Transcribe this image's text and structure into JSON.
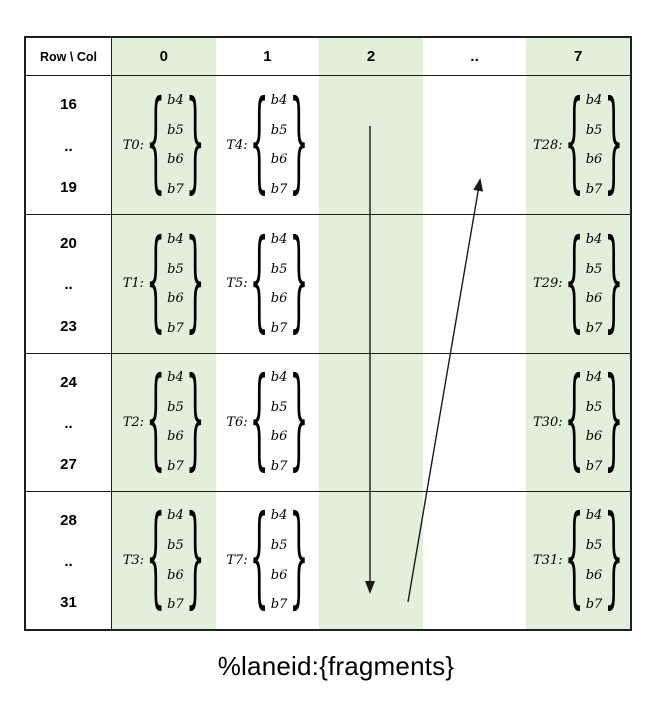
{
  "table": {
    "corner_label": "Row \\ Col",
    "columns": [
      {
        "label": "0",
        "shaded": true
      },
      {
        "label": "1",
        "shaded": false
      },
      {
        "label": "2",
        "shaded": true
      },
      {
        "label": "..",
        "shaded": false
      },
      {
        "label": "7",
        "shaded": true
      }
    ],
    "rows": [
      {
        "range": [
          "16",
          "..",
          "19"
        ],
        "cells": [
          {
            "thread": "T0:",
            "fragments": [
              "b4",
              "b5",
              "b6",
              "b7"
            ]
          },
          {
            "thread": "T4:",
            "fragments": [
              "b4",
              "b5",
              "b6",
              "b7"
            ]
          },
          null,
          null,
          {
            "thread": "T28:",
            "fragments": [
              "b4",
              "b5",
              "b6",
              "b7"
            ]
          }
        ]
      },
      {
        "range": [
          "20",
          "..",
          "23"
        ],
        "cells": [
          {
            "thread": "T1:",
            "fragments": [
              "b4",
              "b5",
              "b6",
              "b7"
            ]
          },
          {
            "thread": "T5:",
            "fragments": [
              "b4",
              "b5",
              "b6",
              "b7"
            ]
          },
          null,
          null,
          {
            "thread": "T29:",
            "fragments": [
              "b4",
              "b5",
              "b6",
              "b7"
            ]
          }
        ]
      },
      {
        "range": [
          "24",
          "..",
          "27"
        ],
        "cells": [
          {
            "thread": "T2:",
            "fragments": [
              "b4",
              "b5",
              "b6",
              "b7"
            ]
          },
          {
            "thread": "T6:",
            "fragments": [
              "b4",
              "b5",
              "b6",
              "b7"
            ]
          },
          null,
          null,
          {
            "thread": "T30:",
            "fragments": [
              "b4",
              "b5",
              "b6",
              "b7"
            ]
          }
        ]
      },
      {
        "range": [
          "28",
          "..",
          "31"
        ],
        "cells": [
          {
            "thread": "T3:",
            "fragments": [
              "b4",
              "b5",
              "b6",
              "b7"
            ]
          },
          {
            "thread": "T7:",
            "fragments": [
              "b4",
              "b5",
              "b6",
              "b7"
            ]
          },
          null,
          null,
          {
            "thread": "T31:",
            "fragments": [
              "b4",
              "b5",
              "b6",
              "b7"
            ]
          }
        ]
      }
    ]
  },
  "braces": {
    "left": "{",
    "right": "}"
  },
  "annotations": {
    "down_arrow": "column-2 downward traversal arrow",
    "up_arrow": "diagonal wrap-around upward arrow"
  },
  "caption": "%laneid:{fragments}",
  "colors": {
    "shaded_column": "#e2efda",
    "border": "#1f1f1f",
    "arrow": "#1a1a1a",
    "text": "#000000",
    "background": "#ffffff"
  }
}
